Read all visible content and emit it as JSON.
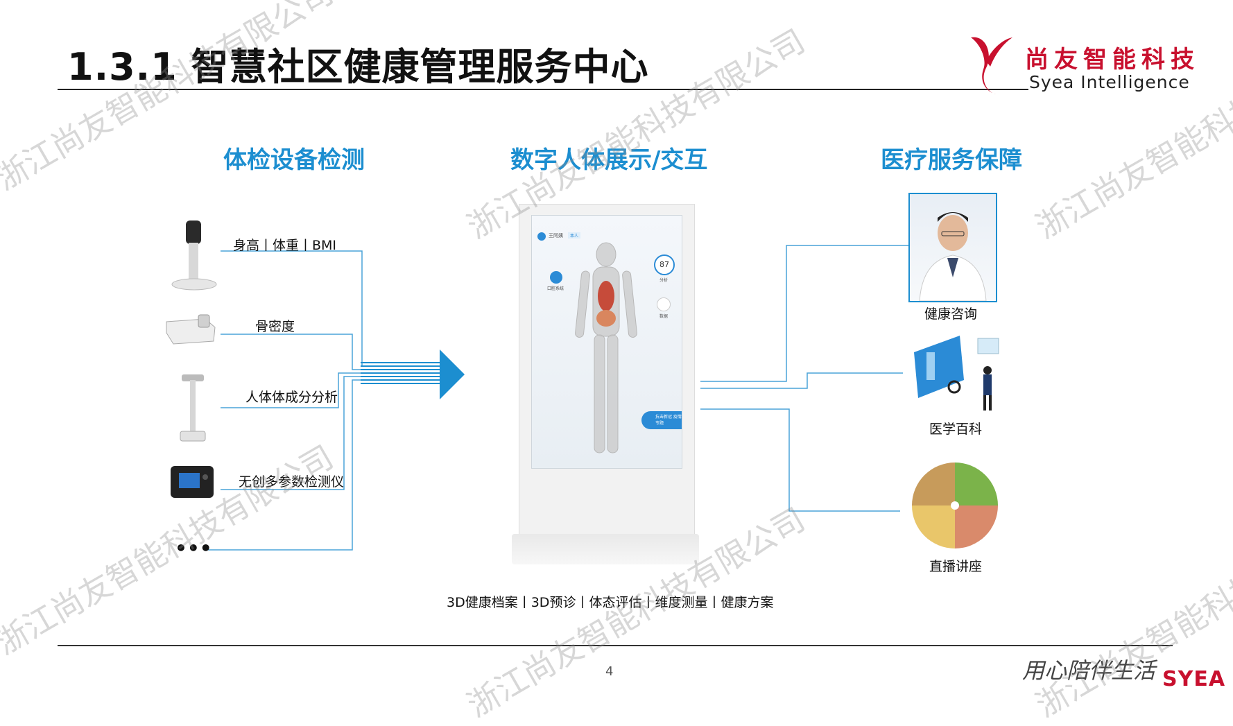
{
  "header": {
    "title": "1.3.1 智慧社区健康管理服务中心",
    "logo_cn": "尚友智能科技",
    "logo_en": "Syea Intelligence"
  },
  "sections": {
    "left_title": "体检设备检测",
    "mid_title": "数字人体展示/交互",
    "right_title": "医疗服务保障"
  },
  "devices": [
    {
      "label": "身高丨体重丨BMI",
      "icon": "height-scale-icon"
    },
    {
      "label": "骨密度",
      "icon": "bone-density-device-icon"
    },
    {
      "label": "人体体成分分析",
      "icon": "body-composition-analyzer-icon"
    },
    {
      "label": "无创多参数检测仪",
      "icon": "multi-parameter-monitor-icon"
    },
    {
      "label": "•••",
      "icon": "ellipsis-icon"
    }
  ],
  "kiosk": {
    "screen_user": "王阿姨",
    "screen_tag": "本人",
    "screen_score": "87",
    "screen_score_label": "分析",
    "screen_dental_label": "口腔系统",
    "screen_data_label": "数据",
    "screen_banner": "抗击新冠 疫情专题",
    "caption": "3D健康档案丨3D预诊丨体态评估丨维度测量丨健康方案"
  },
  "services": [
    {
      "label": "健康咨询",
      "icon": "doctor-photo"
    },
    {
      "label": "医学百科",
      "icon": "medical-encyclopedia-icon"
    },
    {
      "label": "直播讲座",
      "icon": "food-plate-icon"
    }
  ],
  "footer": {
    "page_number": "4",
    "slogan": "用心陪伴生活",
    "logo": "SYEA"
  },
  "watermark": "浙江尚友智能科技有限公司",
  "colors": {
    "accent_blue": "#1c8ed0",
    "line_blue": "#4aa3d8",
    "brand_red": "#c8102e"
  }
}
